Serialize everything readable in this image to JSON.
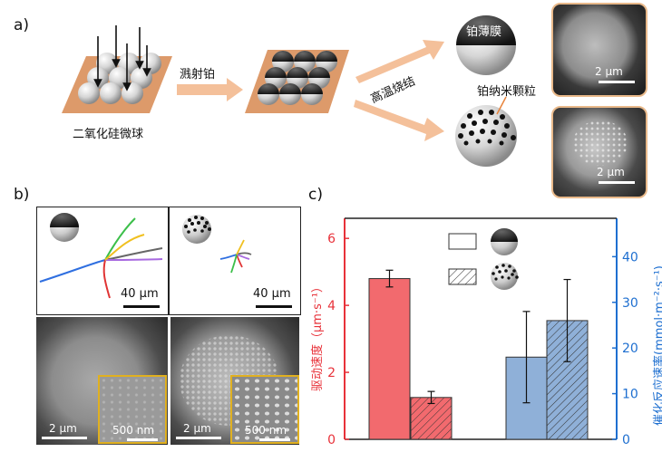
{
  "panels": {
    "a": {
      "label": "a)",
      "substrate_label": "二氧化硅微球",
      "step1_label": "溅射铂",
      "step2_label": "高温烧结",
      "film_label": "铂薄膜",
      "particle_label": "铂纳米颗粒",
      "sem_top_scale": "2 μm",
      "sem_bottom_scale": "2 μm"
    },
    "b": {
      "label": "b)",
      "traj_left_scale": "40 μm",
      "traj_right_scale": "40 μm",
      "sem_left_scale": "2 μm",
      "sem_left_inset_scale": "500 nm",
      "sem_right_scale": "2 μm",
      "sem_right_inset_scale": "500 nm"
    },
    "c": {
      "label": "c)"
    }
  },
  "colors": {
    "arrow": "#f4c09a",
    "substrate": "#dd9a6a",
    "inset_frame": "#e0b020",
    "red_axis": "#e8323a",
    "blue_axis": "#1e6fd0",
    "red_bar": "#f26a6e",
    "blue_bar": "#8fb0d8"
  },
  "chart_data": {
    "type": "bar",
    "categories": [
      "film",
      "particles"
    ],
    "left_axis": {
      "label": "驱动速度（μm·s⁻¹）",
      "ylim": [
        0,
        6.6
      ],
      "ticks": [
        "0",
        "2",
        "4",
        "6"
      ]
    },
    "right_axis": {
      "label": "催化反应速率(mmol·m⁻²·s⁻¹)",
      "ylim": [
        0,
        48.4
      ],
      "ticks": [
        "0",
        "10",
        "20",
        "30",
        "40"
      ]
    },
    "series": [
      {
        "axis": "left",
        "values": [
          4.8,
          1.25
        ],
        "errors": [
          0.25,
          0.18
        ]
      },
      {
        "axis": "right",
        "values": [
          18,
          26
        ],
        "errors": [
          10,
          9
        ]
      }
    ]
  }
}
